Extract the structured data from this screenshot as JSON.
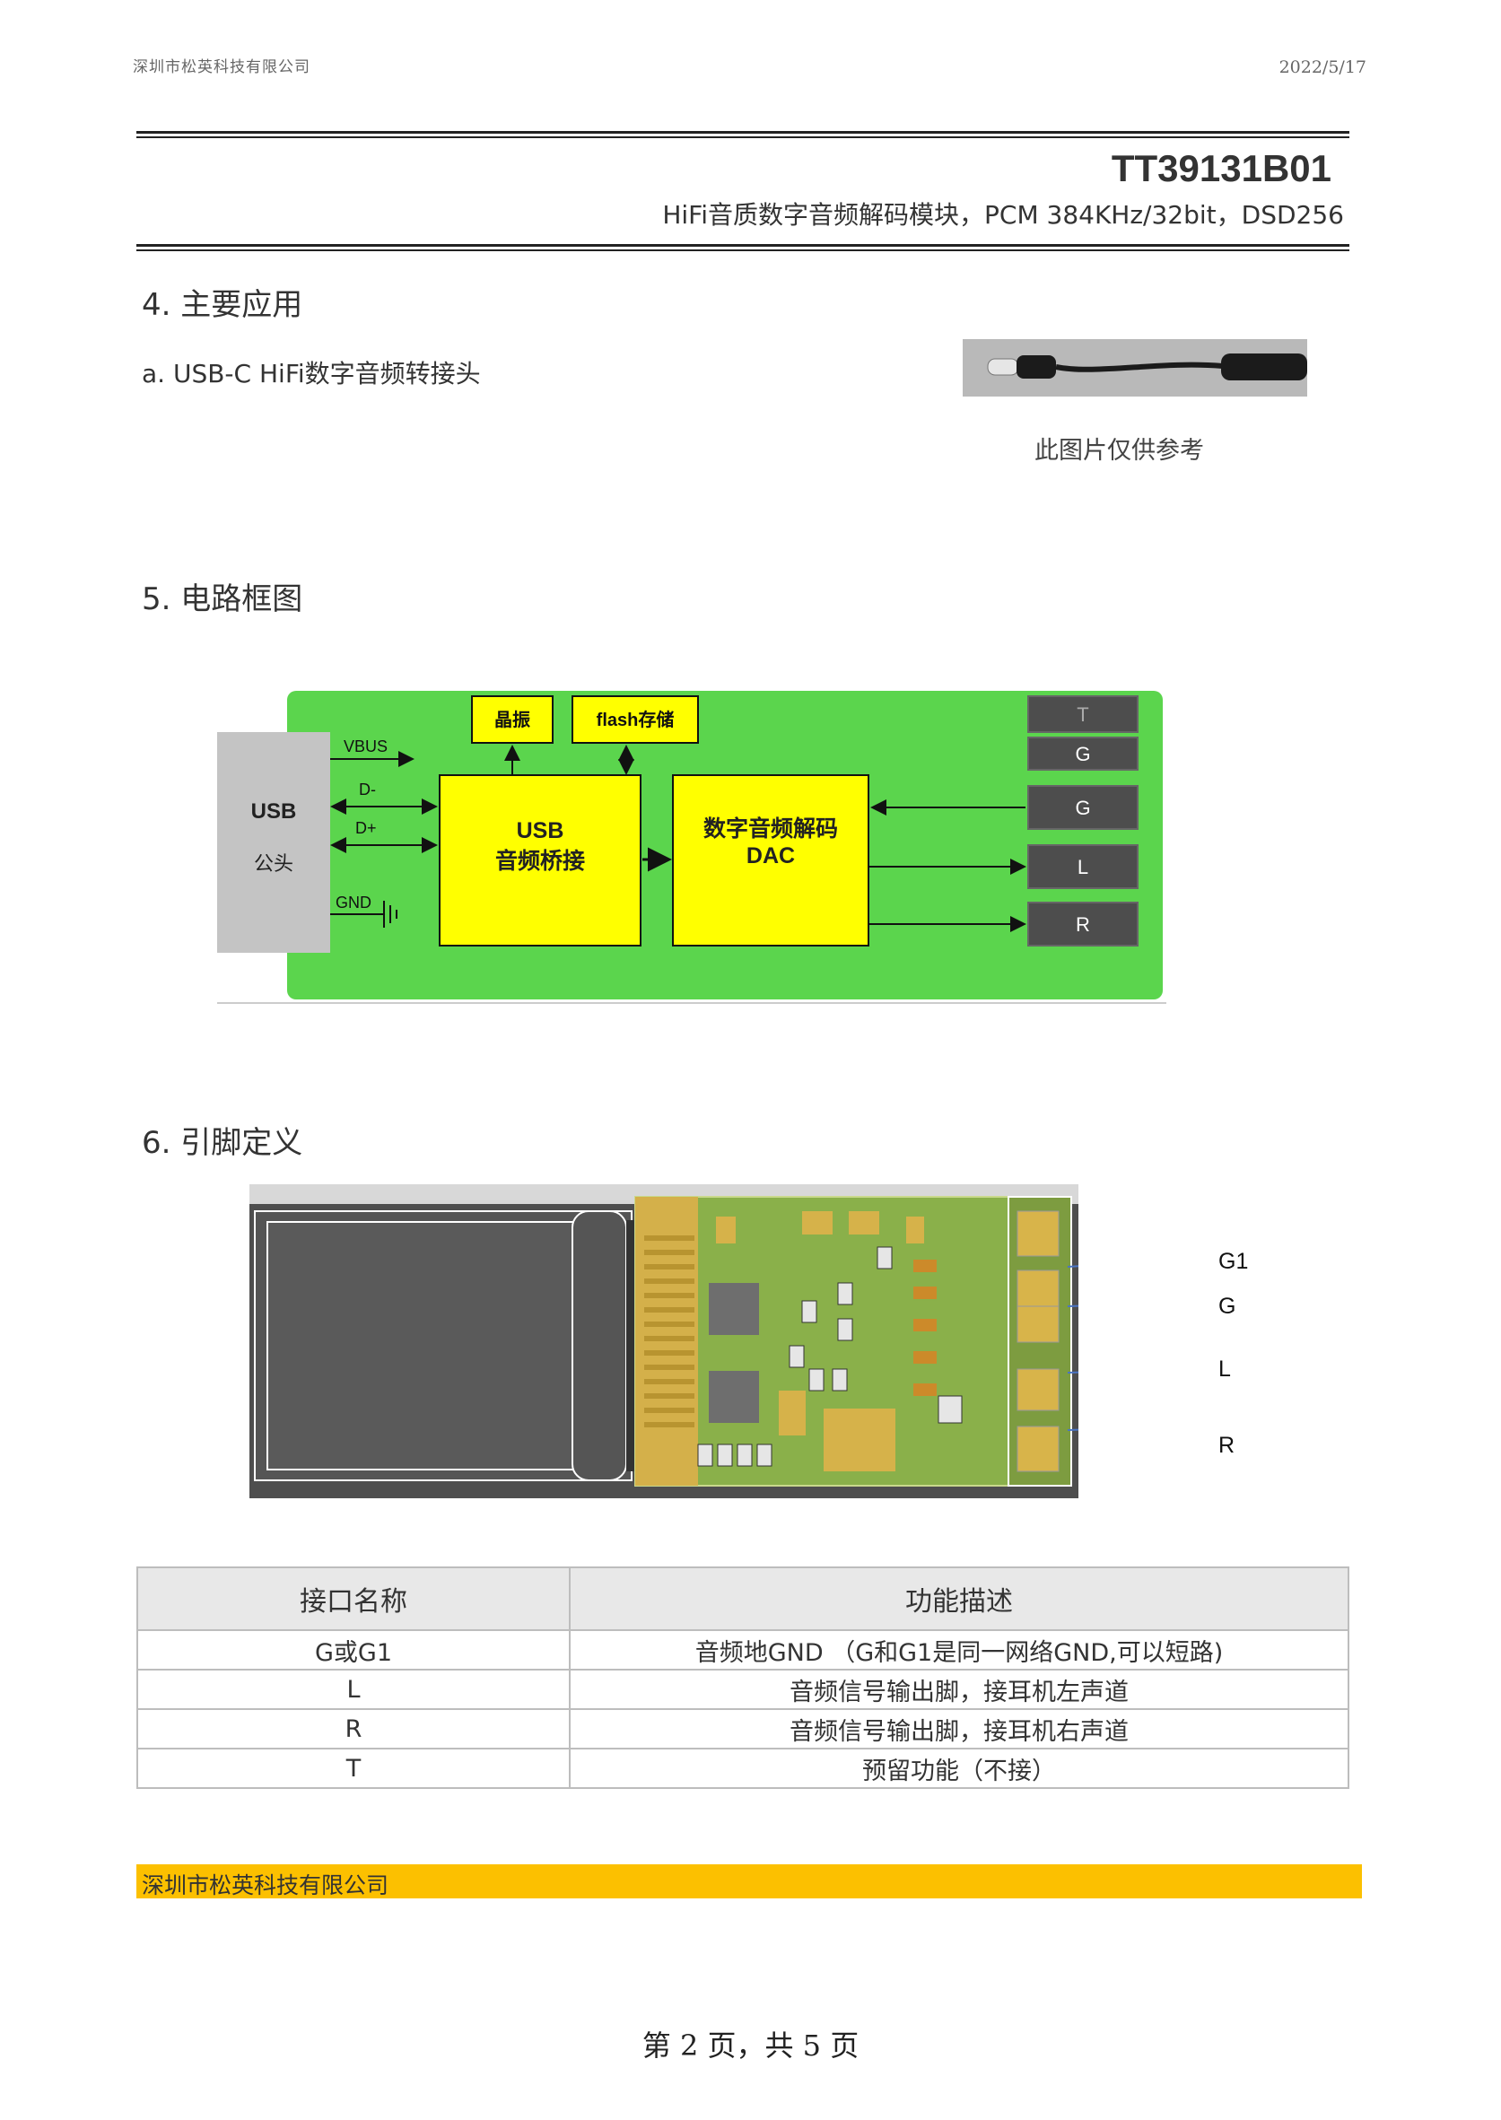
{
  "header": {
    "company": "深圳市松英科技有限公司",
    "date": "2022/5/17",
    "title": "TT39131B01",
    "subtitle": "HiFi音质数字音频解码模块，PCM 384KHz/32bit，DSD256"
  },
  "section4": {
    "heading": "4. 主要应用",
    "item_a": "a. USB-C HiFi数字音频转接头",
    "photo_caption": "此图片仅供参考"
  },
  "section5": {
    "heading": "5. 电路框图",
    "diagram": {
      "usb_plug": [
        "USB",
        "公头"
      ],
      "signals": [
        "VBUS",
        "D-",
        "D+",
        "GND"
      ],
      "crystal": "晶振",
      "flash": "flash存储",
      "bridge": [
        "USB",
        "音频桥接"
      ],
      "dac": [
        "数字音频解码",
        "DAC"
      ],
      "outputs": [
        "T",
        "G",
        "G",
        "L",
        "R"
      ]
    }
  },
  "section6": {
    "heading": "6. 引脚定义",
    "pin_labels": [
      "G1",
      "G",
      "L",
      "R"
    ],
    "table": {
      "headers": [
        "接口名称",
        "功能描述"
      ],
      "rows": [
        [
          "G或G1",
          "音频地GND （G和G1是同一网络GND,可以短路)"
        ],
        [
          "L",
          "音频信号输出脚，接耳机左声道"
        ],
        [
          "R",
          "音频信号输出脚，接耳机右声道"
        ],
        [
          "T",
          "预留功能（不接）"
        ]
      ]
    }
  },
  "footer": {
    "company": "深圳市松英科技有限公司",
    "page": "第 2 页，共 5 页"
  }
}
